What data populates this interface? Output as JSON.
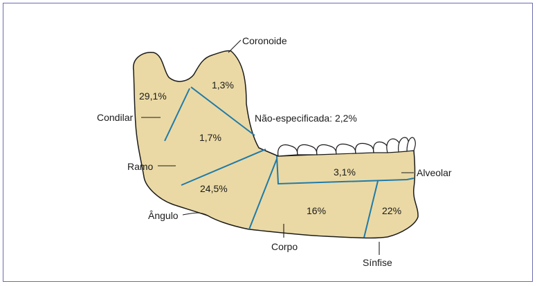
{
  "diagram": {
    "colors": {
      "bone_fill": "#ead9a5",
      "outline": "#1a1a1a",
      "region_lines": "#1f7aa8",
      "frame": "#6b6bb0",
      "tooth_fill": "#ffffff"
    },
    "labels": {
      "coronoide": "Coronoide",
      "condilar": "Condilar",
      "ramo": "Ramo",
      "angulo": "Ângulo",
      "corpo": "Corpo",
      "sinfise": "Sínfise",
      "alveolar": "Alveolar",
      "nao_especificada": "Não-especificada: 2,2%"
    },
    "values": {
      "condilar": "29,1%",
      "coronoide": "1,3%",
      "ramo": "1,7%",
      "angulo": "24,5%",
      "alveolar": "3,1%",
      "corpo": "16%",
      "sinfise": "22%"
    }
  }
}
